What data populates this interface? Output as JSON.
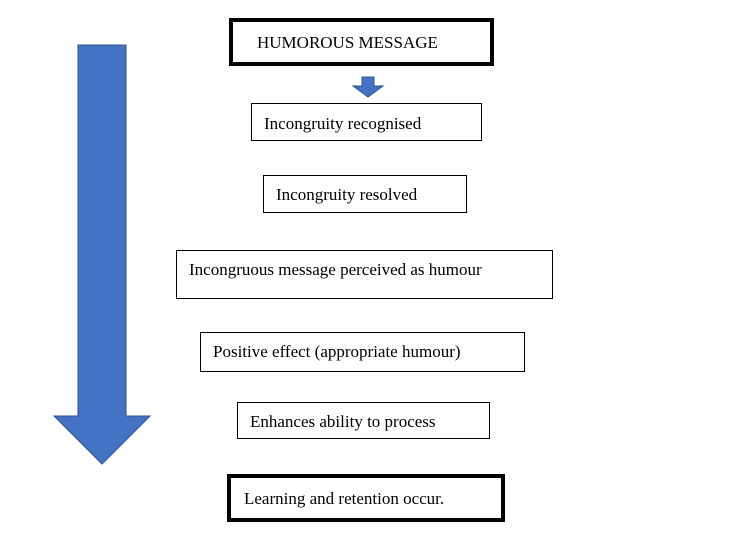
{
  "diagram": {
    "title": "HUMOROUS MESSAGE",
    "steps": [
      "Incongruity recognised",
      "Incongruity resolved",
      "Incongruous message perceived as humour",
      "Positive effect (appropriate humour)",
      "Enhances ability to process"
    ],
    "outcome": "Learning and retention occur.",
    "colors": {
      "arrow_fill": "#4472c4",
      "arrow_stroke": "#2f528f",
      "box_border": "#000000"
    }
  }
}
